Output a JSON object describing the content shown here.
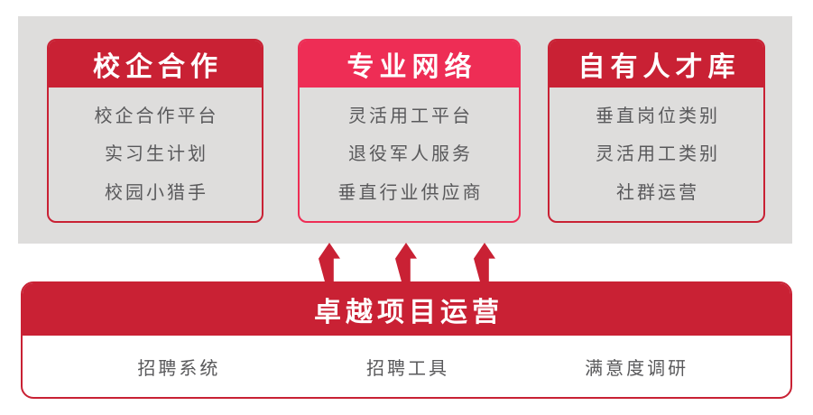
{
  "colors": {
    "primary_red": "#c92134",
    "accent_pink": "#ee2d55",
    "panel_gray": "#dedddc",
    "body_text": "#59595b",
    "white": "#ffffff"
  },
  "cards": [
    {
      "title": "校企合作",
      "accent": "red",
      "items": [
        "校企合作平台",
        "实习生计划",
        "校园小猎手"
      ]
    },
    {
      "title": "专业网络",
      "accent": "pink",
      "items": [
        "灵活用工平台",
        "退役军人服务",
        "垂直行业供应商"
      ]
    },
    {
      "title": "自有人才库",
      "accent": "red",
      "items": [
        "垂直岗位类别",
        "灵活用工类别",
        "社群运营"
      ]
    }
  ],
  "arrows": {
    "direction": "up",
    "count": 3
  },
  "operations_bar": {
    "title": "卓越项目运营",
    "items": [
      "招聘系统",
      "招聘工具",
      "满意度调研"
    ]
  }
}
